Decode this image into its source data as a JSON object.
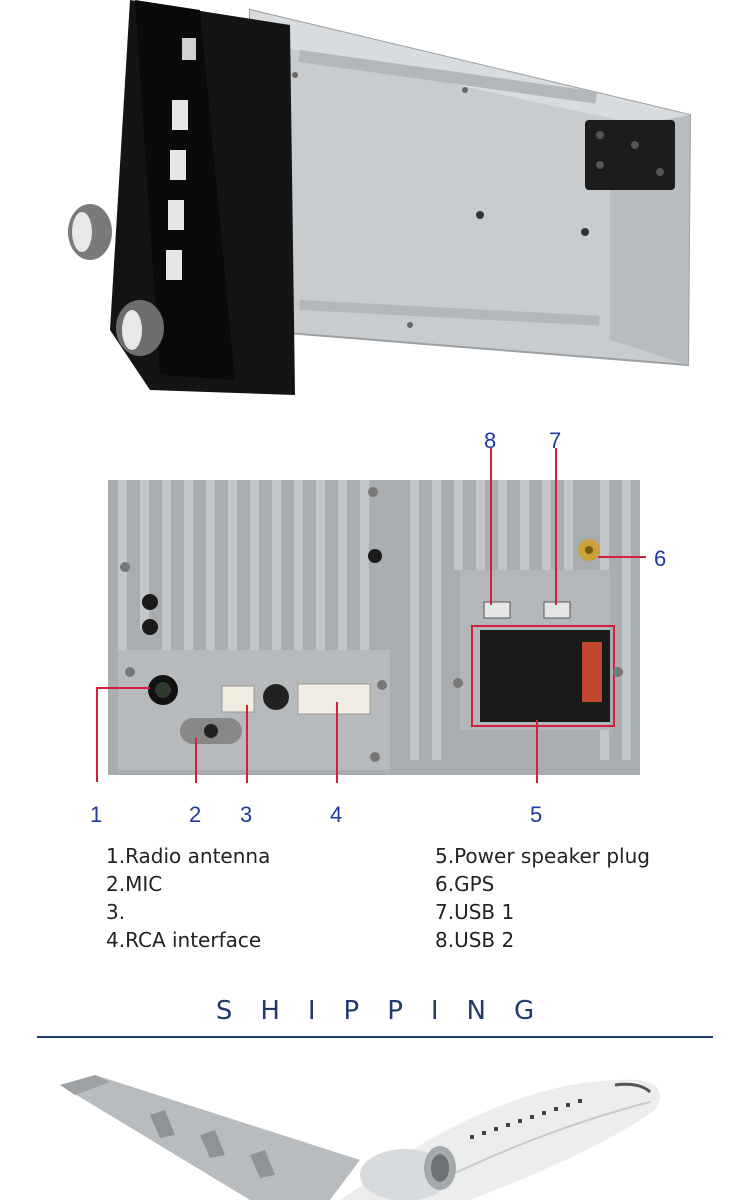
{
  "callouts": {
    "top": [
      "8",
      "7",
      "6"
    ],
    "bottom": [
      "1",
      "2",
      "3",
      "4",
      "5"
    ]
  },
  "legend": {
    "left": [
      "1.Radio antenna",
      "2.MIC",
      "3.",
      "4.RCA interface"
    ],
    "right": [
      "5.Power speaker plug",
      "6.GPS",
      "7.USB 1",
      "8.USB 2"
    ]
  },
  "shipping": {
    "title": "SHIPPING"
  },
  "colors": {
    "callout": "#1d3a9e",
    "leader": "#d4203a",
    "heading": "#213b6e"
  },
  "icons": [
    "usb-port-icon",
    "gps-connector-icon",
    "antenna-port-icon"
  ]
}
